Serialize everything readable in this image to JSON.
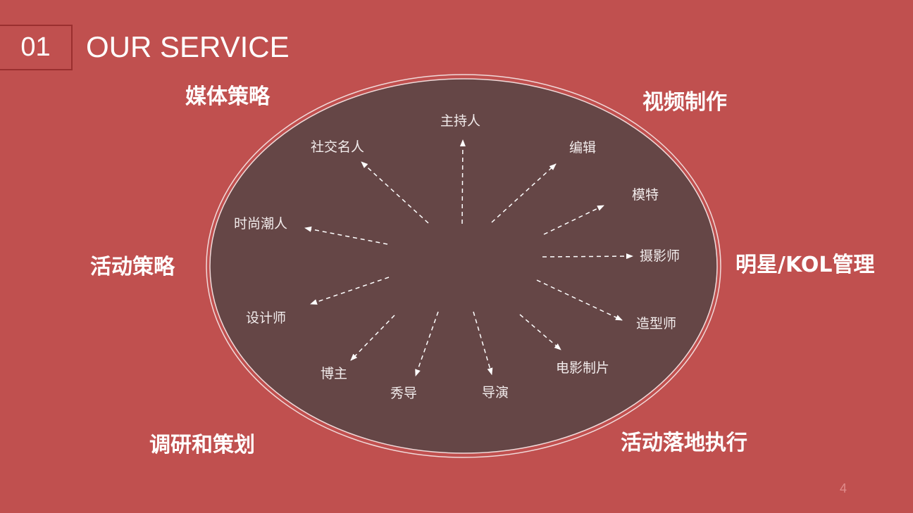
{
  "header": {
    "number": "01",
    "title": "OUR SERVICE"
  },
  "categories": {
    "media": "媒体策略",
    "video": "视频制作",
    "event": "活动策略",
    "celebrity": "明星/KOL管理",
    "research": "调研和策划",
    "execution": "活动落地执行"
  },
  "roles": {
    "host": "主持人",
    "social": "社交名人",
    "editor": "编辑",
    "model": "模特",
    "trendsetter": "时尚潮人",
    "photographer": "摄影师",
    "designer": "设计师",
    "stylist": "造型师",
    "blogger": "博主",
    "show_director": "秀导",
    "film_director": "导演",
    "film_production": "电影制片"
  },
  "colors": {
    "background": "#c0504f",
    "ellipse_fill": "#654646",
    "ellipse_stroke": "#f1dada",
    "text": "#ffffff"
  },
  "page_number": "4"
}
